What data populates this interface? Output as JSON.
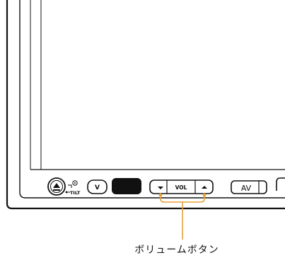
{
  "buttons": {
    "v_label": "V",
    "vol_label": "VOL",
    "av_label": "AV",
    "tilt_label": "TILT"
  },
  "callout": {
    "label": "ボリュームボタン",
    "line_color": "#e8a13a"
  },
  "icons": [
    "eject-icon",
    "tilt-icon",
    "vol-down-icon",
    "vol-up-icon"
  ]
}
